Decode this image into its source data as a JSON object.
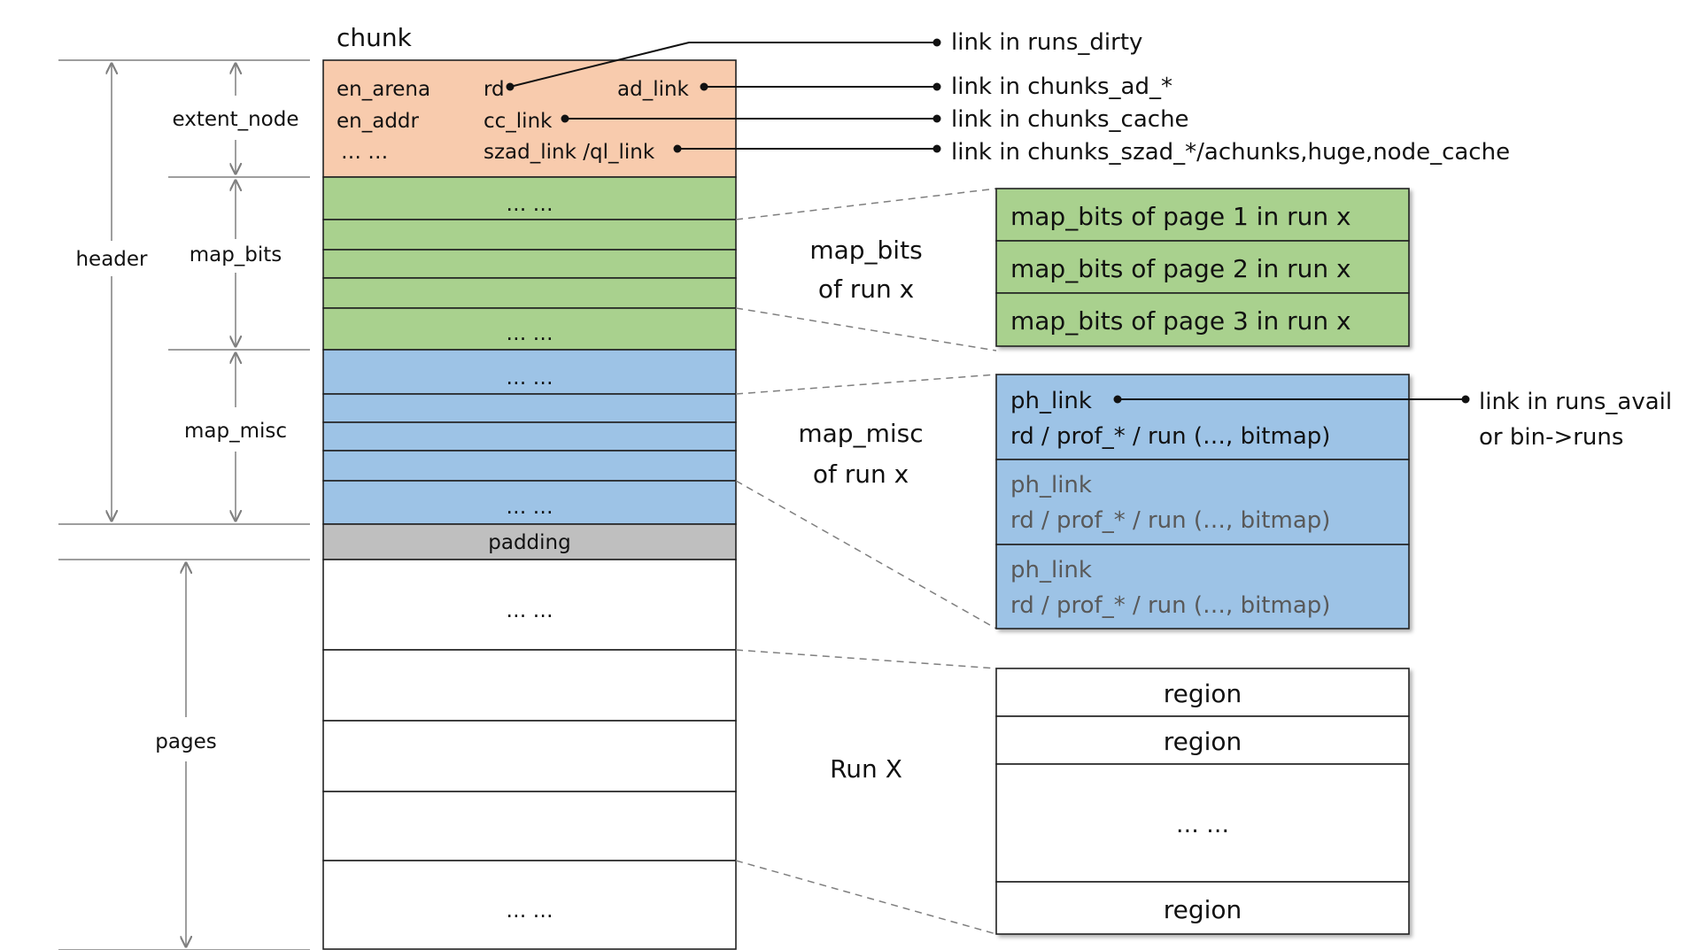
{
  "chunk_title": "chunk",
  "colors": {
    "extent_node": "#f8cbad",
    "map_bits": "#a9d18e",
    "map_misc": "#9dc3e6",
    "padding": "#bfbfbf",
    "pages": "#ffffff",
    "dim_text": "#595959",
    "dim_line": "#7f7f7f"
  },
  "side_labels": {
    "header": "header",
    "extent_node": "extent_node",
    "map_bits": "map_bits",
    "map_misc": "map_misc",
    "pages": "pages"
  },
  "extent_node": {
    "fields": {
      "en_arena": "en_arena",
      "en_addr": "en_addr",
      "etc": "… …",
      "rd": "rd",
      "ad_link": "ad_link",
      "cc_link": "cc_link",
      "szad_link": "szad_link /ql_link"
    },
    "links": {
      "runs_dirty": "link in runs_dirty",
      "chunks_ad": "link in chunks_ad_*",
      "chunks_cache": "link in chunks_cache",
      "chunks_szad": "link in chunks_szad_*/achunks,huge,node_cache"
    }
  },
  "ellipsis": "… …",
  "padding_label": "padding",
  "map_bits_detail": {
    "title_line1": "map_bits",
    "title_line2": "of run x",
    "entries": [
      "map_bits of page 1 in run x",
      "map_bits of page 2 in run x",
      "map_bits of page 3 in run x"
    ]
  },
  "map_misc_detail": {
    "title_line1": "map_misc",
    "title_line2": "of run x",
    "entries": [
      {
        "line1": "ph_link",
        "line2": "rd  /  prof_*  /  run (…, bitmap)"
      },
      {
        "line1": "ph_link",
        "line2": "rd  /  prof_*  /  run (…, bitmap)"
      },
      {
        "line1": "ph_link",
        "line2": "rd  /  prof_*  /  run (…, bitmap)"
      }
    ],
    "link_label_line1": "link in runs_avail",
    "link_label_line2": "or bin->runs"
  },
  "run_detail": {
    "title": "Run X",
    "rows": [
      "region",
      "region",
      "… …",
      "region"
    ]
  }
}
